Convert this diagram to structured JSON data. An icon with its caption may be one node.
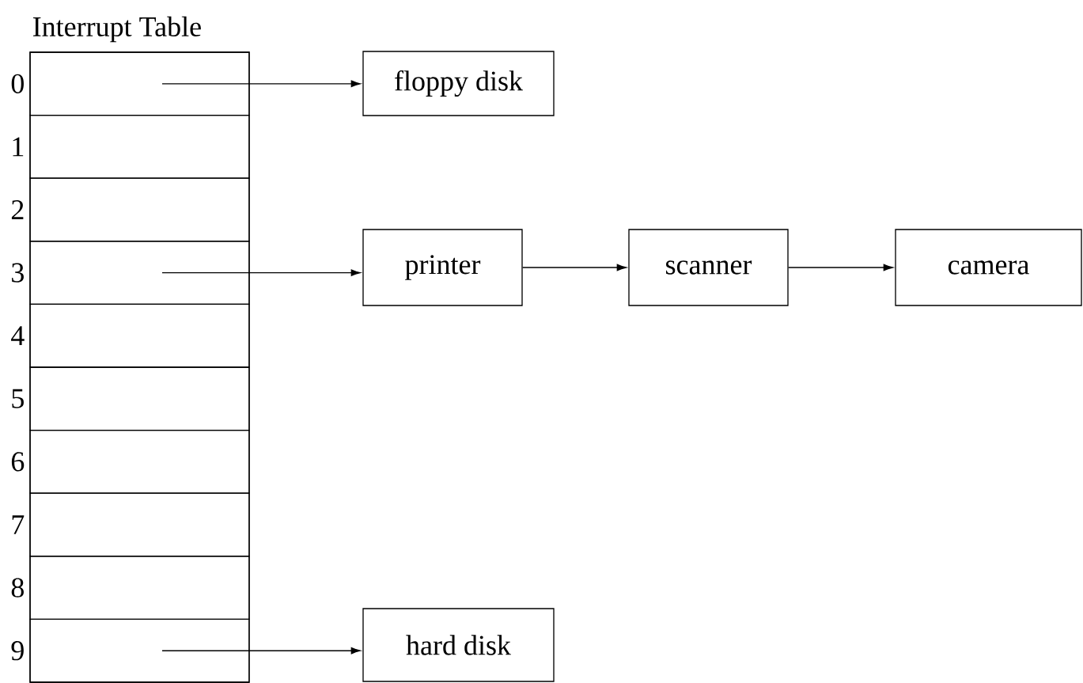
{
  "diagram": {
    "nodes": [
      {
        "text": [
          "Interrupt Table"
        ]
      },
      {
        "text": [],
        "shape": "box",
        "in": 0,
        "beside": [
          "0"
        ]
      },
      {
        "text": [],
        "shape": "box",
        "in": 0,
        "beside": [
          "1"
        ]
      },
      {
        "text": [],
        "shape": "box",
        "in": 0,
        "beside": [
          "2"
        ]
      },
      {
        "text": [],
        "shape": "box",
        "in": 0,
        "beside": [
          "3"
        ]
      },
      {
        "text": [],
        "shape": "box",
        "in": 0,
        "beside": [
          "4"
        ]
      },
      {
        "text": [],
        "shape": "box",
        "in": 0,
        "beside": [
          "5"
        ]
      },
      {
        "text": [],
        "shape": "box",
        "in": 0,
        "beside": [
          "6"
        ]
      },
      {
        "text": [],
        "shape": "box",
        "in": 0,
        "beside": [
          "7"
        ]
      },
      {
        "text": [],
        "shape": "box",
        "in": 0,
        "beside": [
          "8"
        ]
      },
      {
        "text": [],
        "shape": "box",
        "in": 0,
        "beside": [
          "9"
        ]
      },
      {
        "text": [
          "floppy disk"
        ]
      },
      {
        "text": [
          "printer"
        ]
      },
      {
        "text": [
          "scanner"
        ]
      },
      {
        "text": [
          "camera"
        ]
      },
      {
        "text": [
          "hard disk"
        ]
      }
    ],
    "edges": [
      {
        "from": 1,
        "to": 11,
        "arrow": "to"
      },
      {
        "from": 4,
        "to": 12,
        "arrow": "to"
      },
      {
        "from": 12,
        "to": 13,
        "arrow": "to"
      },
      {
        "from": 13,
        "to": 14,
        "arrow": "to"
      },
      {
        "from": 10,
        "to": 15,
        "arrow": "to"
      }
    ]
  }
}
